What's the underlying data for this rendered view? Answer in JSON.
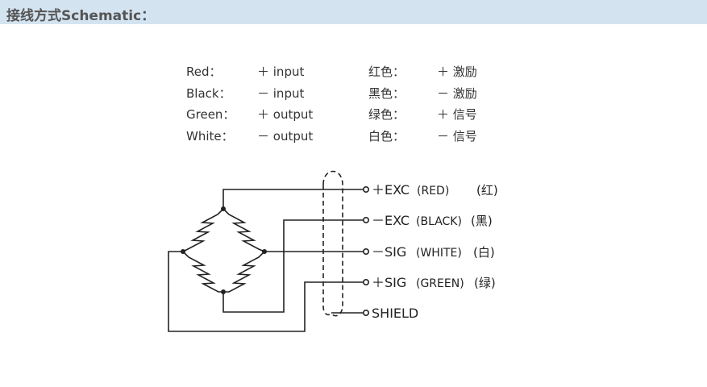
{
  "header": {
    "title": "接线方式Schematic："
  },
  "legend": {
    "rows": [
      {
        "color_en": "Red：",
        "function_en": "＋ input",
        "color_cn": "红色：",
        "function_cn": "＋ 激励"
      },
      {
        "color_en": "Black：",
        "function_en": "－ input",
        "color_cn": "黑色：",
        "function_cn": "－ 激励"
      },
      {
        "color_en": "Green：",
        "function_en": "＋ output",
        "color_cn": "绿色：",
        "function_cn": "＋ 信号"
      },
      {
        "color_en": "White：",
        "function_en": "－ output",
        "color_cn": "白色：",
        "function_cn": "－ 信号"
      }
    ]
  },
  "diagram": {
    "terminals": [
      {
        "signal": "＋EXC",
        "wire": "(RED)",
        "cn": "(红)"
      },
      {
        "signal": "－EXC",
        "wire": "(BLACK)",
        "cn": "(黑)"
      },
      {
        "signal": "－SIG",
        "wire": "(WHITE)",
        "cn": "(白)"
      },
      {
        "signal": "＋SIG",
        "wire": "(GREEN)",
        "cn": "(绿)"
      },
      {
        "signal": "SHIELD",
        "wire": "",
        "cn": ""
      }
    ]
  }
}
